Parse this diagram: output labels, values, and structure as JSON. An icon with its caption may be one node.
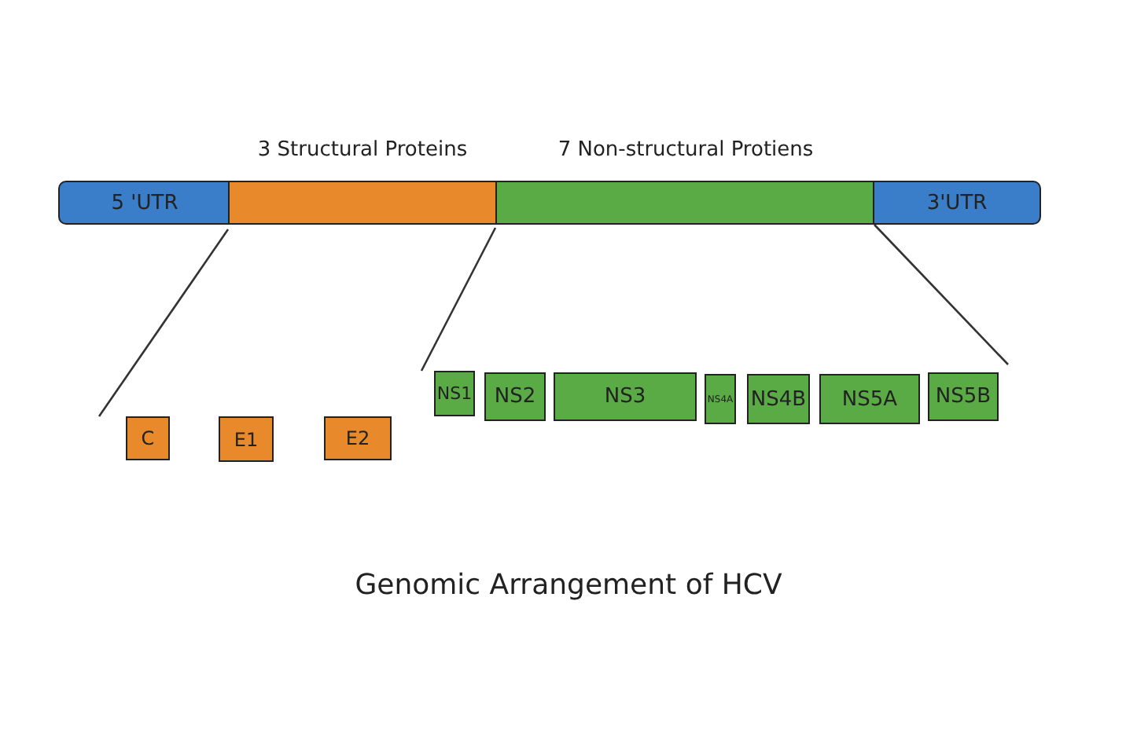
{
  "diagram": {
    "caption": "Genomic Arrangement of HCV",
    "nodes": [
      {
        "text": [
          "5 'UTR"
        ]
      },
      {
        "text": [
          "3 Structural Proteins"
        ]
      },
      {
        "text": [
          "7 Non-structural Protiens"
        ]
      },
      {
        "text": [
          "3'UTR"
        ]
      },
      {
        "text": [
          "C"
        ]
      },
      {
        "text": [
          "E1"
        ]
      },
      {
        "text": [
          "E2"
        ]
      },
      {
        "text": [
          "NS1"
        ]
      },
      {
        "text": [
          "NS2"
        ]
      },
      {
        "text": [
          "NS3"
        ]
      },
      {
        "text": [
          "NS4A"
        ]
      },
      {
        "text": [
          "NS4B"
        ]
      },
      {
        "text": [
          "NS5A"
        ]
      },
      {
        "text": [
          "NS5B"
        ]
      }
    ],
    "edges": []
  }
}
